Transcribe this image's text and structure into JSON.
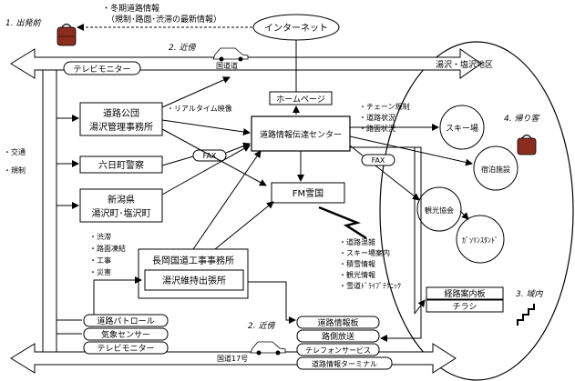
{
  "top_note": {
    "line1": "・冬期道路情報",
    "line2": "（規制･路面･渋滞の最新情報）"
  },
  "internet": "インターネット",
  "start_label": "1. 出発前",
  "near_top": "2. 近傍",
  "national_road": "国道道",
  "yuzawa_area": "湯沢・塩沢地区",
  "tv_monitor_top": "テレビモニター",
  "homepage": "ホームページ",
  "road_public": {
    "line1": "道路公団",
    "line2": "湯沢管理事務所"
  },
  "realtime": "・リアルタイム映像",
  "center": "道路情報伝達センター",
  "chain_list": [
    "・チェーン規制",
    "・道路状況",
    "・路面状況"
  ],
  "fax1": "FAX",
  "fax2": "FAX",
  "left_list": [
    "・交通",
    "・規制"
  ],
  "police": "六日町警察",
  "niigata": {
    "line1": "新潟県",
    "line2": "湯沢町･塩沢町"
  },
  "fm": "FM雪国",
  "facilities": {
    "ski": "スキー場",
    "lodging": "宿泊施設",
    "tourism": "観光協会",
    "gas": "ｶﾞｿﾘﾝｽﾀﾝﾄﾞ"
  },
  "return_label": "4. 帰り客",
  "nagaoka_list": [
    "・渋滞",
    "・路面凍結",
    "・工事",
    "・災害"
  ],
  "nagaoka_office": "長岡国道工事事務所",
  "yuzawa_office": "湯沢維持出張所",
  "fm_list": [
    "・道路混雑",
    "・スキー場案内",
    "・積雪情報",
    "・観光情報",
    "・雪道ﾄﾞﾗｲﾌﾞﾃｸﾆｯｸ"
  ],
  "guide_board": "経路案内板",
  "flyer": "チラシ",
  "inside_label": "3. 域内",
  "near_bottom": "2. 近傍",
  "bottom_left_boxes": [
    "道路パトロール",
    "気象センサー",
    "テレビモニター"
  ],
  "route17": "国道17号",
  "bottom_right_boxes": [
    "道路情報板",
    "路側放送",
    "テレフォンサービス",
    "道路情報ターミナル"
  ]
}
